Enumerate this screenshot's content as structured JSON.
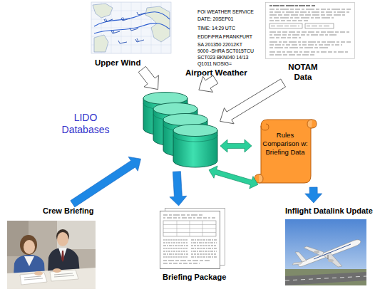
{
  "diagram": {
    "nodes": [
      {
        "text": [
          "Upper Wind"
        ]
      },
      {
        "text": [
          "Airport Weather",
          "FOI WEATHER SERVICE",
          "DATE: 20SEP01",
          "TIME: 14:29 UTC",
          "EDDF/FRA FRANKFURT",
          "SA 201350 22012KT",
          "9000 -SHRA SCT015TCU",
          "SCT023 BKN040 14/13",
          "Q1011 NOSIG="
        ]
      },
      {
        "text": [
          "NOTAM Data"
        ]
      },
      {
        "text": [
          "LIDO Databases"
        ]
      },
      {
        "text": [
          "Rules Comparison w: Briefing Data"
        ]
      },
      {
        "text": [
          "Crew Briefing"
        ]
      },
      {
        "text": [
          "Briefing Package"
        ]
      },
      {
        "text": [
          "Inflight Datalink Update"
        ]
      }
    ],
    "edges": [
      {
        "from": 0,
        "to": 3,
        "arrow": "to"
      },
      {
        "from": 1,
        "to": 3,
        "arrow": "to"
      },
      {
        "from": 2,
        "to": 3,
        "arrow": "to"
      },
      {
        "from": 5,
        "to": 3,
        "arrow": "to"
      },
      {
        "from": 3,
        "to": 6,
        "arrow": "to"
      },
      {
        "from": 3,
        "to": 4,
        "arrow": "both"
      },
      {
        "from": 3,
        "to": 4,
        "arrow": "both"
      },
      {
        "from": 4,
        "to": 7,
        "arrow": "to"
      }
    ]
  }
}
